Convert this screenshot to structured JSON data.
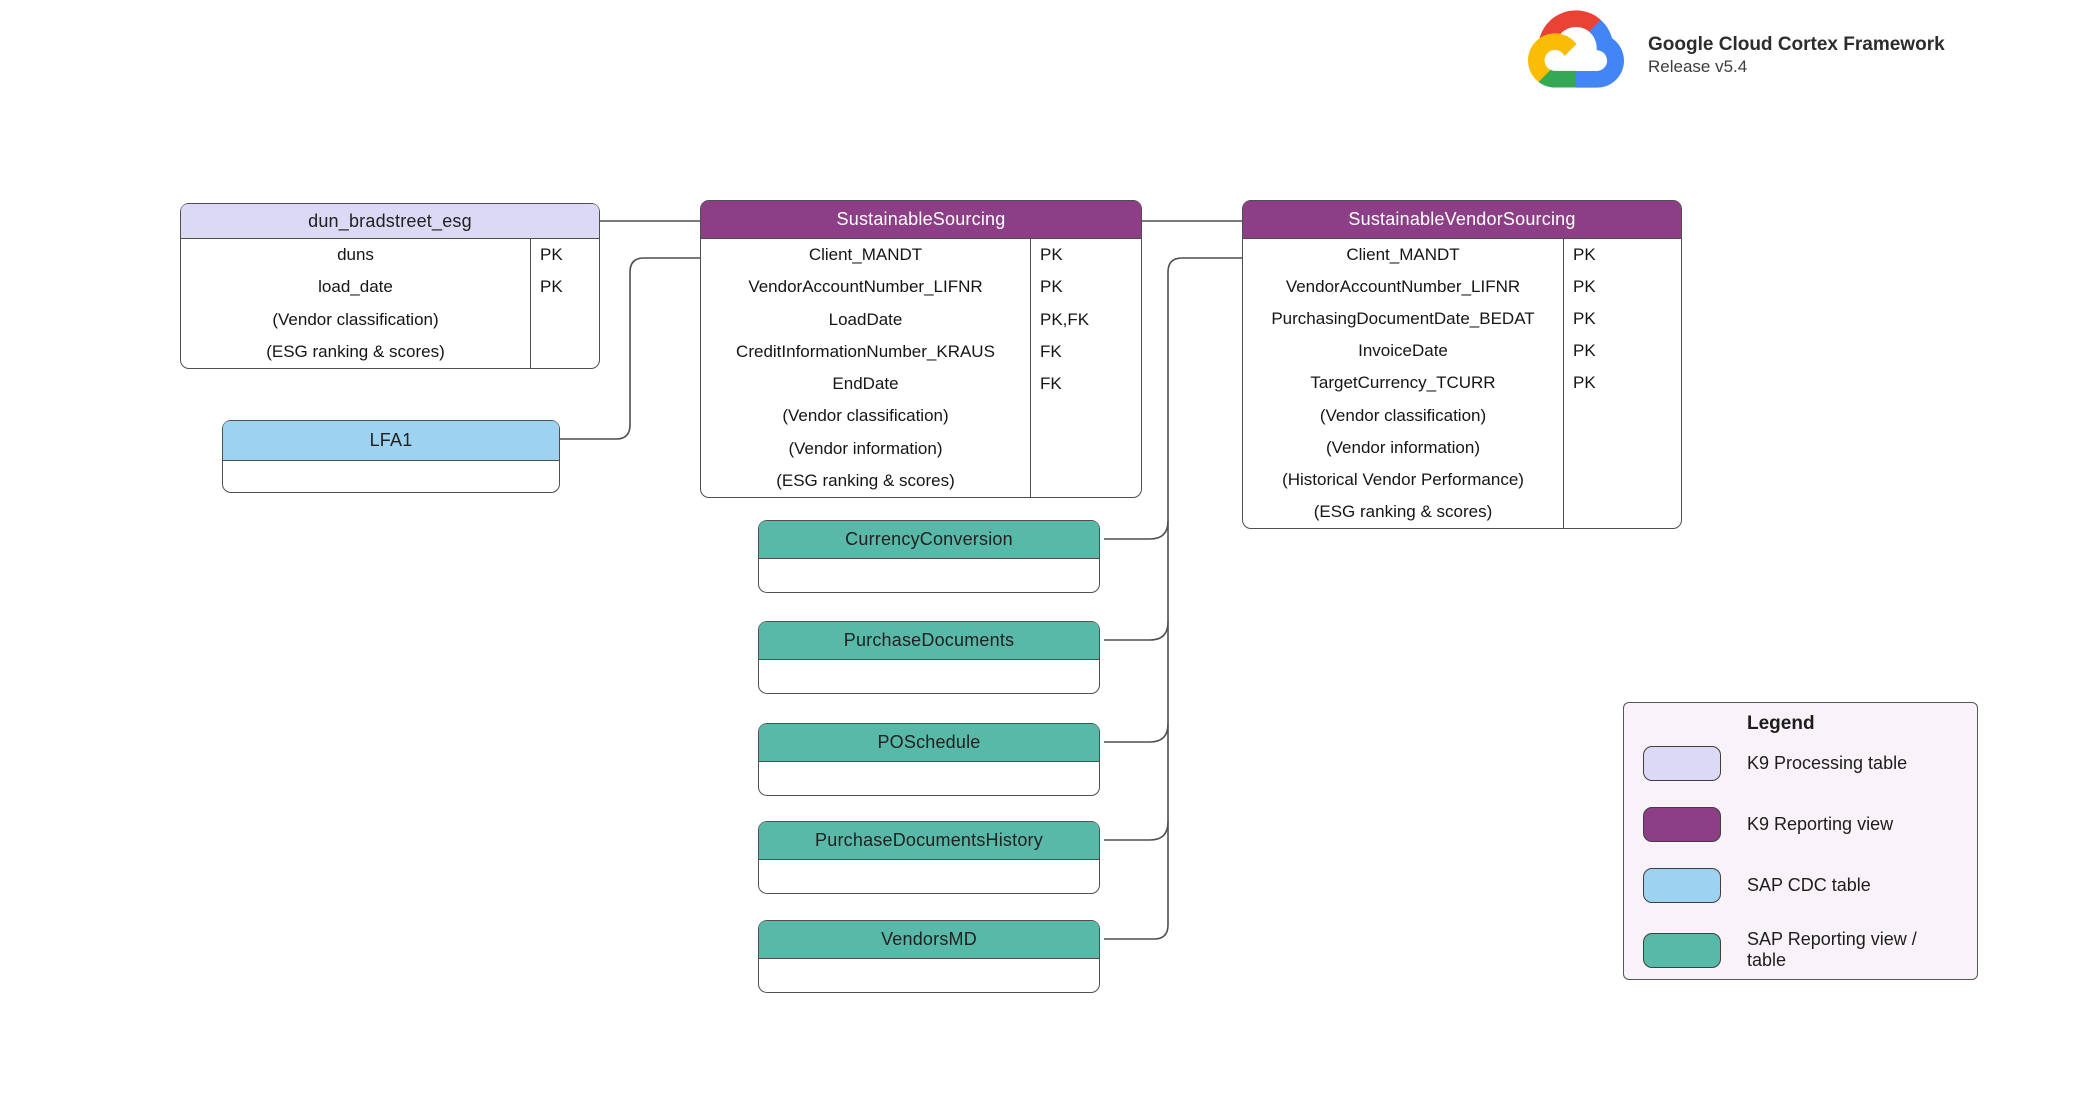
{
  "brand": {
    "title": "Google Cloud Cortex Framework",
    "subtitle": "Release v5.4",
    "logo_icon": "google-cloud-logo"
  },
  "colors": {
    "k9_processing_table": "#dbd9f6",
    "k9_reporting_view": "#8c3f86",
    "sap_cdc_table": "#9dd3f1",
    "sap_reporting_view_table": "#58b9a8",
    "k9_reporting_header_text": "#ffffff",
    "dark_header_text": "#212121",
    "line": "#4f4f4f",
    "legend_background": "#f9f2f9"
  },
  "tables": [
    {
      "id": "dun_bradstreet_esg",
      "title": "dun_bradstreet_esg",
      "type": "k9_processing_table",
      "has_key_column": true,
      "rows": [
        {
          "name": "duns",
          "key": "PK"
        },
        {
          "name": "load_date",
          "key": "PK"
        },
        {
          "name": "(Vendor classification)",
          "key": ""
        },
        {
          "name": "(ESG ranking & scores)",
          "key": ""
        }
      ]
    },
    {
      "id": "SustainableSourcing",
      "title": "SustainableSourcing",
      "type": "k9_reporting_view",
      "has_key_column": true,
      "rows": [
        {
          "name": "Client_MANDT",
          "key": "PK"
        },
        {
          "name": "VendorAccountNumber_LIFNR",
          "key": "PK"
        },
        {
          "name": "LoadDate",
          "key": "PK,FK"
        },
        {
          "name": "CreditInformationNumber_KRAUS",
          "key": "FK"
        },
        {
          "name": "EndDate",
          "key": "FK"
        },
        {
          "name": "(Vendor classification)",
          "key": ""
        },
        {
          "name": "(Vendor information)",
          "key": ""
        },
        {
          "name": "(ESG ranking & scores)",
          "key": ""
        }
      ]
    },
    {
      "id": "SustainableVendorSourcing",
      "title": "SustainableVendorSourcing",
      "type": "k9_reporting_view",
      "has_key_column": true,
      "rows": [
        {
          "name": "Client_MANDT",
          "key": "PK"
        },
        {
          "name": "VendorAccountNumber_LIFNR",
          "key": "PK"
        },
        {
          "name": "PurchasingDocumentDate_BEDAT",
          "key": "PK"
        },
        {
          "name": "InvoiceDate",
          "key": "PK"
        },
        {
          "name": "TargetCurrency_TCURR",
          "key": "PK"
        },
        {
          "name": "(Vendor classification)",
          "key": ""
        },
        {
          "name": "(Vendor information)",
          "key": ""
        },
        {
          "name": "(Historical Vendor Performance)",
          "key": ""
        },
        {
          "name": "(ESG ranking & scores)",
          "key": ""
        }
      ]
    },
    {
      "id": "LFA1",
      "title": "LFA1",
      "type": "sap_cdc_table",
      "has_key_column": false,
      "rows": []
    },
    {
      "id": "CurrencyConversion",
      "title": "CurrencyConversion",
      "type": "sap_reporting_view_table",
      "has_key_column": false,
      "rows": []
    },
    {
      "id": "PurchaseDocuments",
      "title": "PurchaseDocuments",
      "type": "sap_reporting_view_table",
      "has_key_column": false,
      "rows": []
    },
    {
      "id": "POSchedule",
      "title": "POSchedule",
      "type": "sap_reporting_view_table",
      "has_key_column": false,
      "rows": []
    },
    {
      "id": "PurchaseDocumentsHistory",
      "title": "PurchaseDocumentsHistory",
      "type": "sap_reporting_view_table",
      "has_key_column": false,
      "rows": []
    },
    {
      "id": "VendorsMD",
      "title": "VendorsMD",
      "type": "sap_reporting_view_table",
      "has_key_column": false,
      "rows": []
    }
  ],
  "legend": {
    "title": "Legend",
    "items": [
      {
        "label": "K9 Processing table",
        "type": "k9_processing_table"
      },
      {
        "label": "K9 Reporting view",
        "type": "k9_reporting_view"
      },
      {
        "label": "SAP CDC table",
        "type": "sap_cdc_table"
      },
      {
        "label": "SAP Reporting view / table",
        "type": "sap_reporting_view_table"
      }
    ]
  }
}
